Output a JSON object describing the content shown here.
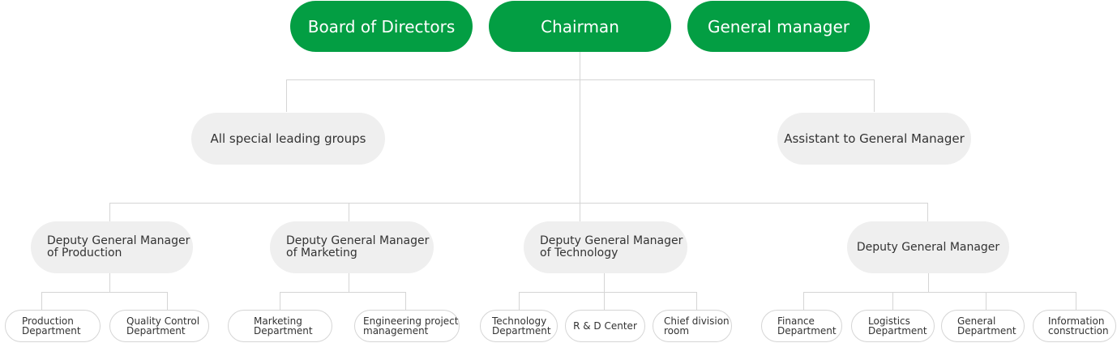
{
  "top": {
    "board": "Board of Directors",
    "chairman": "Chairman",
    "gm": "General manager"
  },
  "middle": {
    "special": "All special leading groups",
    "assistant": "Assistant to General Manager"
  },
  "deputies": {
    "production": "Deputy General Manager\nof Production",
    "marketing": "Deputy General Manager\nof Marketing",
    "technology": "Deputy General Manager\nof Technology",
    "general": "Deputy General Manager"
  },
  "departments": {
    "production": "Production\nDepartment",
    "quality": "Quality Control\nDepartment",
    "marketing": "Marketing\nDepartment",
    "engineering": "Engineering project\nmanagement",
    "technology": "Technology\nDepartment",
    "rnd": "R & D Center",
    "chief": "Chief division\nroom",
    "finance": "Finance\nDepartment",
    "logistics": "Logistics\nDepartment",
    "general": "General\nDepartment",
    "information": "Information\nconstruction"
  },
  "colors": {
    "top_fill": "#039e43",
    "node_fill": "#efefef",
    "connector": "#d5d5d5"
  }
}
